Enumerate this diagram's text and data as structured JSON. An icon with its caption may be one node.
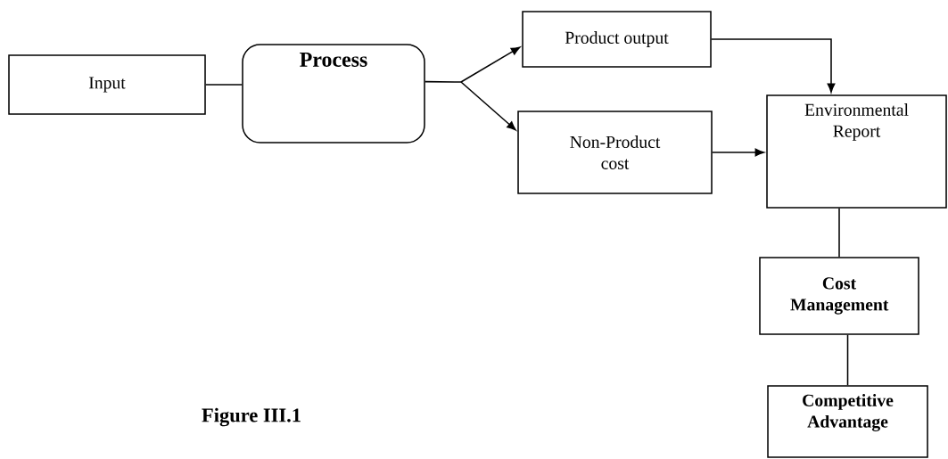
{
  "diagram": {
    "caption": "Figure III.1",
    "nodes": [
      {
        "text": [
          "Input"
        ]
      },
      {
        "text": [
          "Process"
        ]
      },
      {
        "text": [
          "Product output"
        ]
      },
      {
        "text": [
          "Non-Product cost"
        ]
      },
      {
        "text": [
          "Environmental Report"
        ]
      },
      {
        "text": [
          "Cost Management"
        ]
      },
      {
        "text": [
          "Competitive Advantage"
        ]
      }
    ],
    "edges": [
      {
        "from": 0,
        "to": 1,
        "arrow": "none"
      },
      {
        "from": 1,
        "to": 2,
        "arrow": "to"
      },
      {
        "from": 1,
        "to": 3,
        "arrow": "to"
      },
      {
        "from": 2,
        "to": 4,
        "arrow": "to"
      },
      {
        "from": 3,
        "to": 4,
        "arrow": "to"
      },
      {
        "from": 4,
        "to": 5,
        "arrow": "none"
      },
      {
        "from": 5,
        "to": 6,
        "arrow": "none"
      }
    ]
  }
}
